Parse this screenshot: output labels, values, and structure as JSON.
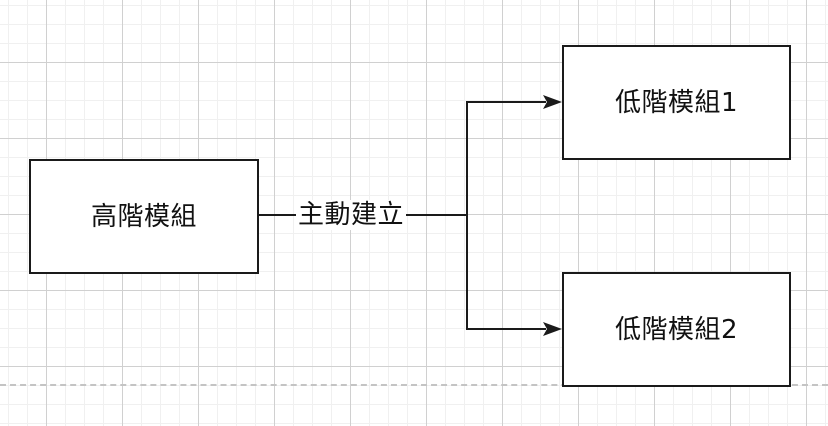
{
  "diagram": {
    "type": "flowchart",
    "nodes": [
      {
        "id": "high",
        "label": "高階模組"
      },
      {
        "id": "low1",
        "label": "低階模組1"
      },
      {
        "id": "low2",
        "label": "低階模組2"
      }
    ],
    "edges": [
      {
        "from": "high",
        "to": "low1",
        "label": "主動建立",
        "arrow": "block"
      },
      {
        "from": "high",
        "to": "low2",
        "label": "主動建立",
        "arrow": "block"
      }
    ],
    "edge_label": "主動建立",
    "colors": {
      "stroke": "#1a1a1a",
      "text": "#111111",
      "node_fill": "#ffffff",
      "grid_major": "#d0d0d0",
      "grid_minor": "#f0f0f0",
      "page_break": "#c4c4c4"
    }
  }
}
